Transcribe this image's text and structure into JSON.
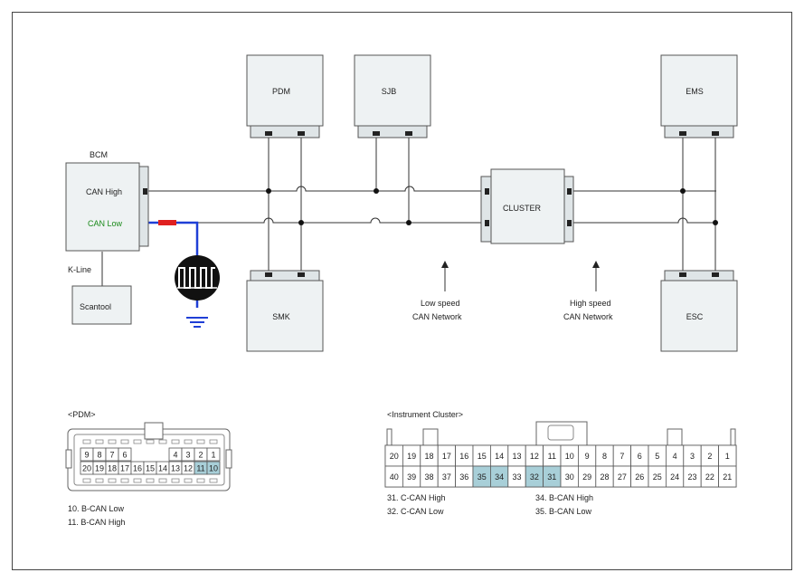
{
  "modules": {
    "pdm": "PDM",
    "sjb": "SJB",
    "ems": "EMS",
    "smk": "SMK",
    "esc": "ESC",
    "cluster": "CLUSTER",
    "bcm": "BCM",
    "bcm_can_high": "CAN High",
    "bcm_can_low": "CAN Low",
    "kline": "K-Line",
    "scantool": "Scantool"
  },
  "networks": {
    "low_line1": "Low speed",
    "low_line2": "CAN Network",
    "high_line1": "High speed",
    "high_line2": "CAN Network"
  },
  "pdm_connector": {
    "title": "<PDM>",
    "row1": [
      "9",
      "8",
      "7",
      "6",
      "",
      "",
      "",
      "4",
      "3",
      "2",
      "1"
    ],
    "row2": [
      "20",
      "19",
      "18",
      "17",
      "16",
      "15",
      "14",
      "13",
      "12",
      "11",
      "10"
    ],
    "highlight": [
      "11",
      "10"
    ],
    "legend": [
      "10. B-CAN Low",
      "11. B-CAN High"
    ]
  },
  "cluster_connector": {
    "title": "<Instrument Cluster>",
    "row1": [
      "20",
      "19",
      "18",
      "17",
      "16",
      "15",
      "14",
      "13",
      "12",
      "11",
      "10",
      "9",
      "8",
      "7",
      "6",
      "5",
      "4",
      "3",
      "2",
      "1"
    ],
    "row2": [
      "40",
      "39",
      "38",
      "37",
      "36",
      "35",
      "34",
      "33",
      "32",
      "31",
      "30",
      "29",
      "28",
      "27",
      "26",
      "25",
      "24",
      "23",
      "22",
      "21"
    ],
    "highlight": [
      "35",
      "34",
      "32",
      "31"
    ],
    "legend_left": [
      "31. C-CAN High",
      "32. C-CAN Low"
    ],
    "legend_right": [
      "34. B-CAN High",
      "35. B-CAN Low"
    ]
  },
  "colors": {
    "can_low_text": "#1a8a1a",
    "highlight_cell": "#a8cfd8",
    "shielded_wire": "#1f3fd6",
    "resistor": "#e02020",
    "green_term": "#1a8a1a"
  },
  "icons": {
    "oscilloscope": "square-wave-icon",
    "ground": "ground-icon"
  }
}
